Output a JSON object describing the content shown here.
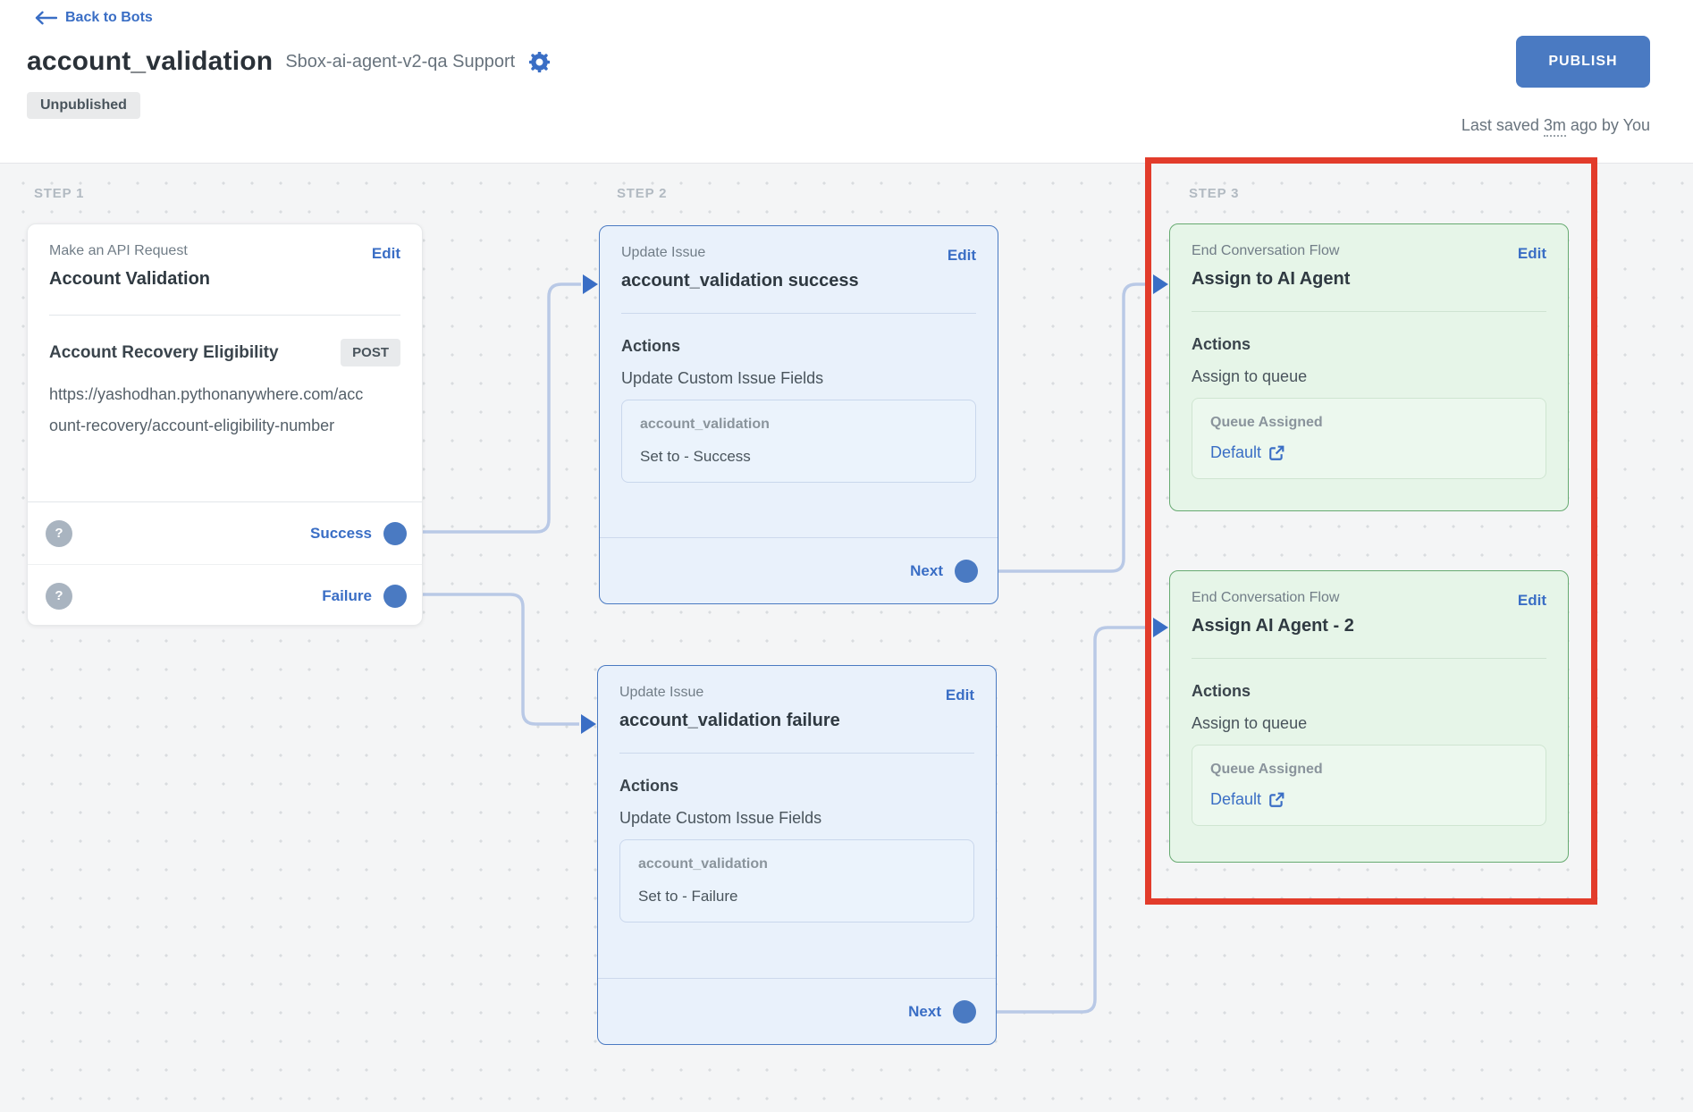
{
  "colors": {
    "accent": "#3a6ec5",
    "publish": "#4a7ac2",
    "wire": "#b9c9e6",
    "red": "#e23c2b",
    "blue_bg": "#e9f1fb",
    "blue_br": "#4a7ac2",
    "green_bg": "#e6f5e8",
    "green_br": "#67aa71"
  },
  "header": {
    "back_link": "Back to Bots",
    "title": "account_validation",
    "subtitle": "Sbox-ai-agent-v2-qa Support",
    "status_badge": "Unpublished",
    "publish_button": "PUBLISH",
    "last_saved_prefix": "Last saved ",
    "last_saved_time": "3m",
    "last_saved_suffix": " ago by You"
  },
  "canvas": {
    "step_labels": {
      "step1": "STEP 1",
      "step2": "STEP 2",
      "step3": "STEP 3"
    },
    "step1": {
      "type_label": "Make an API Request",
      "edit_label": "Edit",
      "title": "Account Validation",
      "request_name": "Account Recovery Eligibility",
      "method": "POST",
      "url": "https://yashodhan.pythonanywhere.com/account-recovery/account-eligibility-number",
      "help_icon": "?",
      "ports": {
        "success": "Success",
        "failure": "Failure"
      }
    },
    "step2_success": {
      "type_label": "Update Issue",
      "edit_label": "Edit",
      "title": "account_validation success",
      "actions_heading": "Actions",
      "action_name": "Update Custom Issue Fields",
      "field_name": "account_validation",
      "field_value": "Set to - Success",
      "next_label": "Next"
    },
    "step2_failure": {
      "type_label": "Update Issue",
      "edit_label": "Edit",
      "title": "account_validation failure",
      "actions_heading": "Actions",
      "action_name": "Update Custom Issue Fields",
      "field_name": "account_validation",
      "field_value": "Set to - Failure",
      "next_label": "Next"
    },
    "step3_agent1": {
      "type_label": "End Conversation Flow",
      "edit_label": "Edit",
      "title": "Assign to AI Agent",
      "actions_heading": "Actions",
      "action_name": "Assign to queue",
      "box_label": "Queue Assigned",
      "queue_link": "Default"
    },
    "step3_agent2": {
      "type_label": "End Conversation Flow",
      "edit_label": "Edit",
      "title": "Assign AI Agent - 2",
      "actions_heading": "Actions",
      "action_name": "Assign to queue",
      "box_label": "Queue Assigned",
      "queue_link": "Default"
    }
  }
}
